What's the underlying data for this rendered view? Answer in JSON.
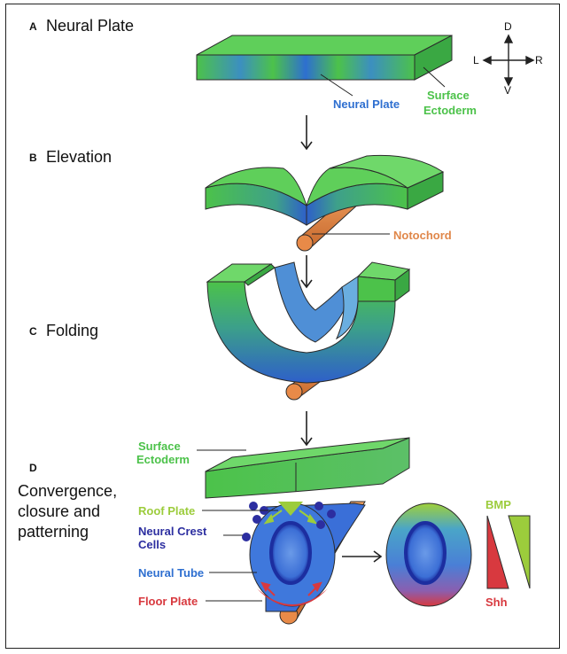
{
  "panels": {
    "a": {
      "letter": "A",
      "title": "Neural Plate"
    },
    "b": {
      "letter": "B",
      "title": "Elevation"
    },
    "c": {
      "letter": "C",
      "title": "Folding"
    },
    "d": {
      "letter": "D",
      "title_lines": [
        "Convergence,",
        "closure and",
        "patterning"
      ]
    }
  },
  "compass": {
    "up": "D",
    "down": "V",
    "left": "L",
    "right": "R"
  },
  "labels": {
    "neural_plate": "Neural Plate",
    "surface_ectoderm_a": [
      "Surface",
      "Ectoderm"
    ],
    "notochord": "Notochord",
    "surface_ectoderm_d": [
      "Surface",
      "Ectoderm"
    ],
    "roof_plate": "Roof Plate",
    "neural_crest_cells": [
      "Neural Crest",
      "Cells"
    ],
    "neural_tube": "Neural Tube",
    "floor_plate": "Floor Plate",
    "bmp": "BMP",
    "shh": "Shh"
  },
  "colors": {
    "green": "#4cc24a",
    "blue": "#2e5fc9",
    "orange": "#e0874a",
    "light_green_label": "#9ccc3c",
    "dark_blue_label": "#2c2ea0",
    "red": "#d8393f"
  }
}
